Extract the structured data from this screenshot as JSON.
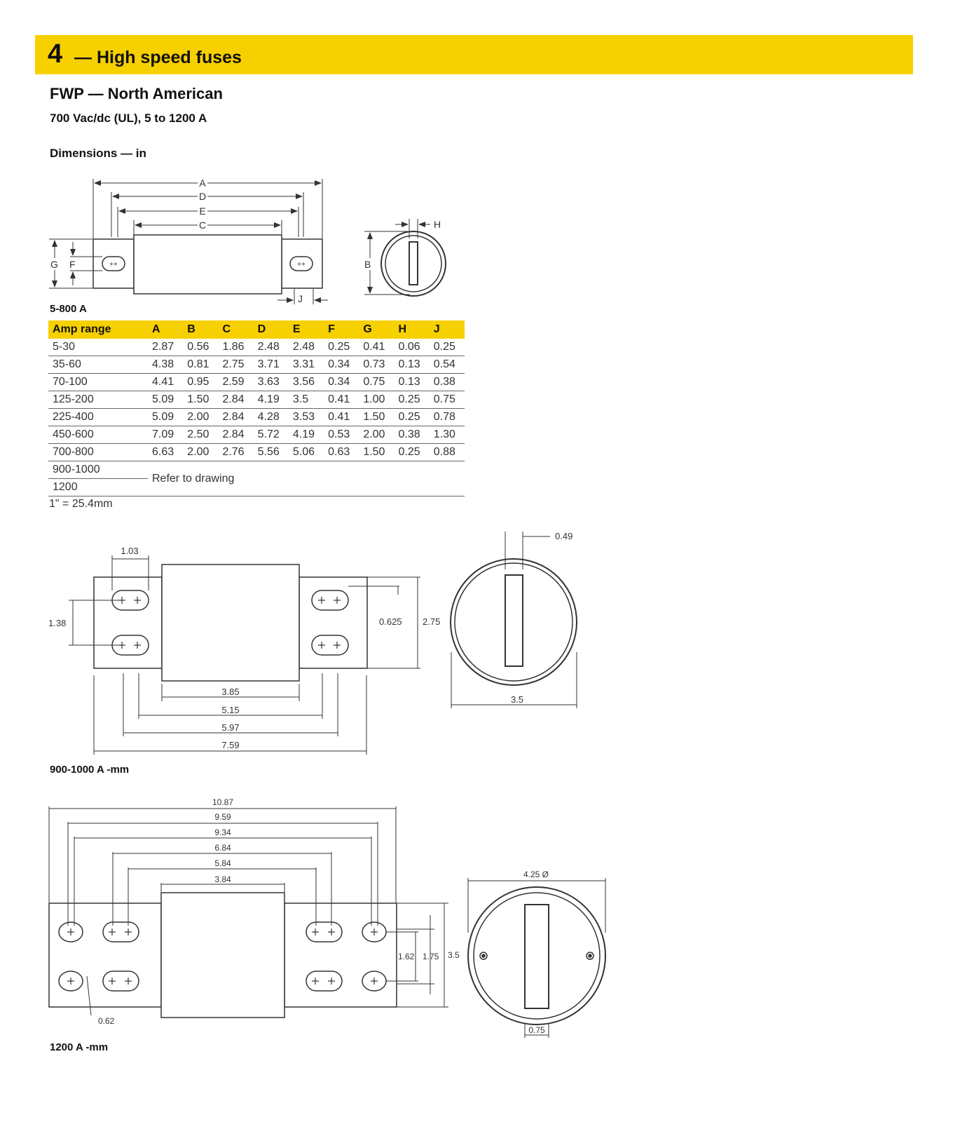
{
  "banner": {
    "number": "4",
    "title": "— High speed fuses"
  },
  "heading": {
    "series": "FWP — North American",
    "rating": "700 Vac/dc (UL), 5 to 1200 A",
    "dimensions": "Dimensions — in"
  },
  "drawing1": {
    "caption": "5-800 A",
    "labels": {
      "A": "A",
      "B": "B",
      "C": "C",
      "D": "D",
      "E": "E",
      "F": "F",
      "G": "G",
      "H": "H",
      "J": "J"
    }
  },
  "table": {
    "headers": [
      "Amp range",
      "A",
      "B",
      "C",
      "D",
      "E",
      "F",
      "G",
      "H",
      "J"
    ],
    "rows": [
      [
        "5-30",
        "2.87",
        "0.56",
        "1.86",
        "2.48",
        "2.48",
        "0.25",
        "0.41",
        "0.06",
        "0.25"
      ],
      [
        "35-60",
        "4.38",
        "0.81",
        "2.75",
        "3.71",
        "3.31",
        "0.34",
        "0.73",
        "0.13",
        "0.54"
      ],
      [
        "70-100",
        "4.41",
        "0.95",
        "2.59",
        "3.63",
        "3.56",
        "0.34",
        "0.75",
        "0.13",
        "0.38"
      ],
      [
        "125-200",
        "5.09",
        "1.50",
        "2.84",
        "4.19",
        "3.5",
        "0.41",
        "1.00",
        "0.25",
        "0.75"
      ],
      [
        "225-400",
        "5.09",
        "2.00",
        "2.84",
        "4.28",
        "3.53",
        "0.41",
        "1.50",
        "0.25",
        "0.78"
      ],
      [
        "450-600",
        "7.09",
        "2.50",
        "2.84",
        "5.72",
        "4.19",
        "0.53",
        "2.00",
        "0.38",
        "1.30"
      ],
      [
        "700-800",
        "6.63",
        "2.00",
        "2.76",
        "5.56",
        "5.06",
        "0.63",
        "1.50",
        "0.25",
        "0.88"
      ]
    ],
    "special_ranges": [
      "900-1000",
      "1200"
    ],
    "special_note": "Refer to drawing",
    "footnote": "1\" = 25.4mm"
  },
  "drawing2": {
    "caption": "900-1000 A -mm",
    "dims": {
      "slot_offset": "1.03",
      "hole_spacing": "1.38",
      "bolt_offset": "0.625",
      "height": "2.75",
      "blade": "0.49",
      "diameter": "3.5",
      "body": "3.85",
      "inner_holes": "5.15",
      "outer_holes": "5.97",
      "overall": "7.59"
    }
  },
  "drawing3": {
    "caption": "1200 A -mm",
    "dims": {
      "overall": "10.87",
      "outer_holes_outer": "9.59",
      "outer_holes_inner": "9.34",
      "inner_holes_outer": "6.84",
      "inner_holes_inner": "5.84",
      "body": "3.84",
      "diameter": "4.25 Ø",
      "hole_spacing": "1.62",
      "spacing2": "1.75",
      "height": "3.5",
      "slot": "0.62",
      "blade": "0.75"
    }
  }
}
